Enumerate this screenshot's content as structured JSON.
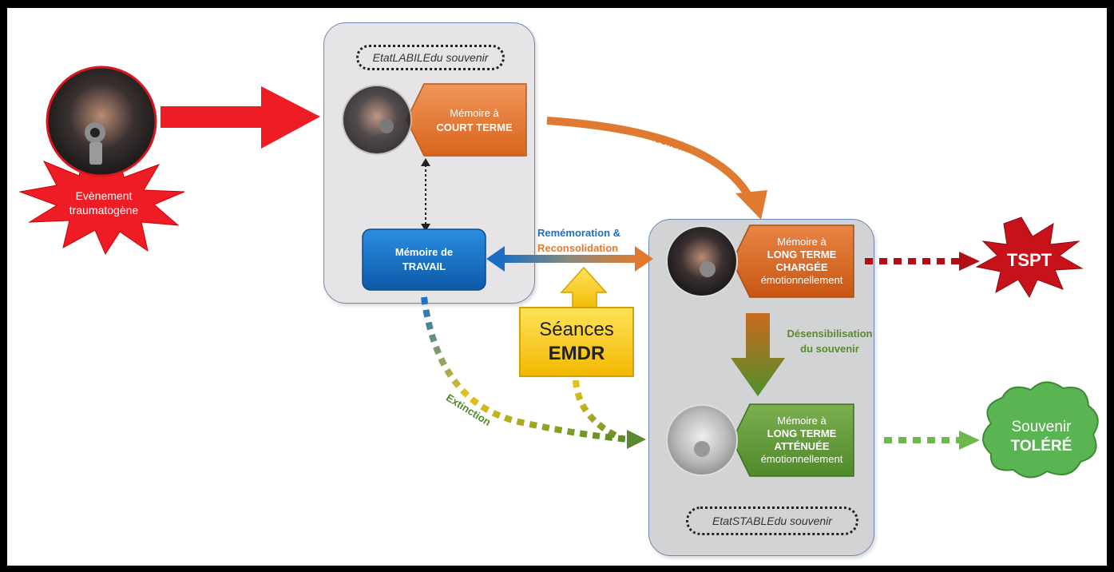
{
  "labile_state": {
    "pre": "Etat ",
    "em": "LABILE",
    "post": " du souvenir"
  },
  "stable_state": {
    "pre": "Etat ",
    "em": "STABLE",
    "post": " du souvenir"
  },
  "short_term": {
    "line1": "Mémoire à",
    "line2": "COURT TERME"
  },
  "working_memory": {
    "line1": "Mémoire de",
    "line2": "TRAVAIL"
  },
  "long_term_charged": {
    "line1": "Mémoire à",
    "line2": "LONG TERME",
    "line3": "CHARGÉE",
    "line4": "émotionnellement"
  },
  "long_term_attenuated": {
    "line1": "Mémoire à",
    "line2": "LONG TERME",
    "line3": "ATTÉNUÉE",
    "line4": "émotionnellement"
  },
  "event": {
    "line1": "Evènement",
    "line2": "traumatogène"
  },
  "labels": {
    "consolidation": "Consolidation",
    "rememoration": "Remémoration &",
    "reconsolidation": "Reconsolidation",
    "desensitization1": "Désensibilisation",
    "desensitization2": "du souvenir",
    "extinction": "Extinction"
  },
  "emdr": {
    "line1": "Séances",
    "line2": "EMDR"
  },
  "tspt": "TSPT",
  "tolerated": {
    "line1": "Souvenir",
    "line2": "TOLÉRÉ"
  },
  "colors": {
    "event_red": "#e8141b",
    "consolidation_orange": "#e07a30",
    "working_blue": "#1a6fc4",
    "desensitization_green": "#5b8a2e",
    "emdr_yellow": "#f6c600",
    "tspt_dark_red": "#b10f14",
    "tolerated_green": "#5bb452"
  }
}
